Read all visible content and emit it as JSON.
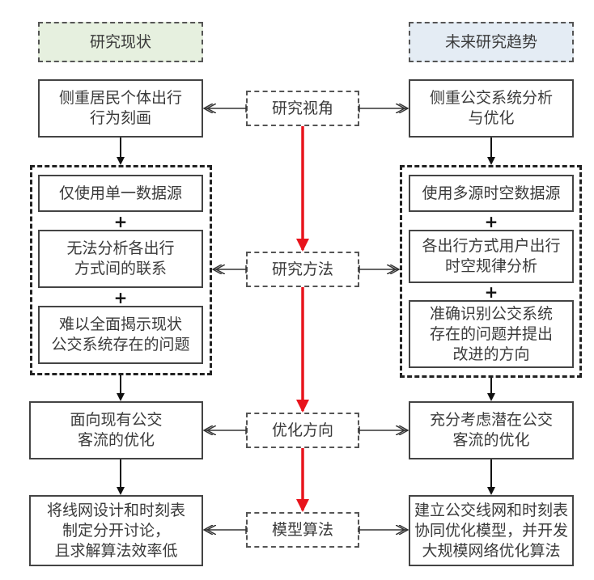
{
  "headers": {
    "left": "研究现状",
    "right": "未来研究趋势"
  },
  "center": {
    "perspective": "研究视角",
    "method": "研究方法",
    "direction": "优化方向",
    "algorithm": "模型算法"
  },
  "left": {
    "perspective": "侧重居民个体出行\n行为刻画",
    "method_items": [
      "仅使用单一数据源",
      "无法分析各出行\n方式间的联系",
      "难以全面揭示现状\n公交系统存在的问题"
    ],
    "direction": "面向现有公交\n客流的优化",
    "algorithm": "将线网设计和时刻表\n制定分开讨论，\n且求解算法效率低"
  },
  "right": {
    "perspective": "侧重公交系统分析\n与优化",
    "method_items": [
      "使用多源时空数据源",
      "各出行方式用户出行\n时空规律分析",
      "准确识别公交系统\n存在的问题并提出\n改进的方向"
    ],
    "direction": "充分考虑潜在公交\n客流的优化",
    "algorithm": "建立公交线网和时刻表\n协同优化模型，并开发\n大规模网络优化算法"
  },
  "plus_sign": "+",
  "colors": {
    "accent_arrow": "#e8141c",
    "left_header_fill": "#e6f0df",
    "right_header_fill": "#e4ecf4"
  }
}
